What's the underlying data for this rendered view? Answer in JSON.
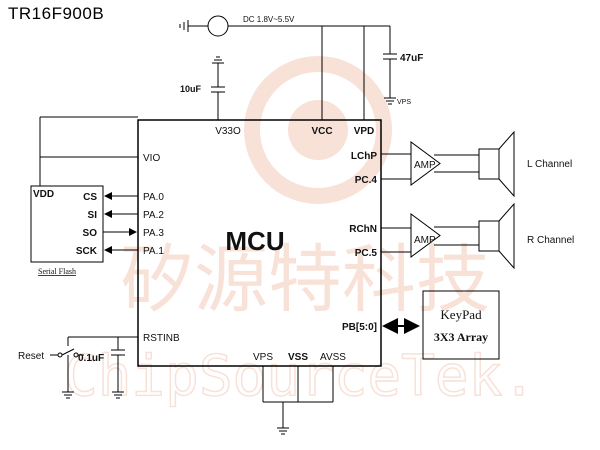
{
  "title": "TR16F900B",
  "watermark": {
    "chinese": "矽源特科技",
    "latin": "ChipSourceTek.",
    "color": "#f3c9b8"
  },
  "supply": {
    "dc_label": "DC 1.8V~5.5V",
    "cap_47": "47uF",
    "vps": "VPS",
    "cap_10": "10uF"
  },
  "mcu": {
    "name": "MCU",
    "pins_top": {
      "v33o": "V33O",
      "vcc": "VCC",
      "vpd": "VPD"
    },
    "pins_left": {
      "vio": "VIO",
      "pa0": "PA.0",
      "pa2": "PA.2",
      "pa3": "PA.3",
      "pa1": "PA.1",
      "rstinb": "RSTINB"
    },
    "pins_right": {
      "lchp": "LChP",
      "pc4": "PC.4",
      "rchn": "RChN",
      "pc5": "PC.5",
      "pb": "PB[5:0]"
    },
    "pins_bottom": {
      "vps": "VPS",
      "vss": "VSS",
      "avss": "AVSS"
    }
  },
  "flash": {
    "vdd": "VDD",
    "cs": "CS",
    "si": "SI",
    "so": "SO",
    "sck": "SCK",
    "caption": "Serial Flash"
  },
  "amplifiers": {
    "left": "AMP",
    "right": "AMP"
  },
  "channels": {
    "left": "L Channel",
    "right": "R Channel"
  },
  "keypad": {
    "line1": "KeyPad",
    "line2": "3X3  Array"
  },
  "reset": {
    "label": "Reset",
    "cap": "0.1uF"
  }
}
